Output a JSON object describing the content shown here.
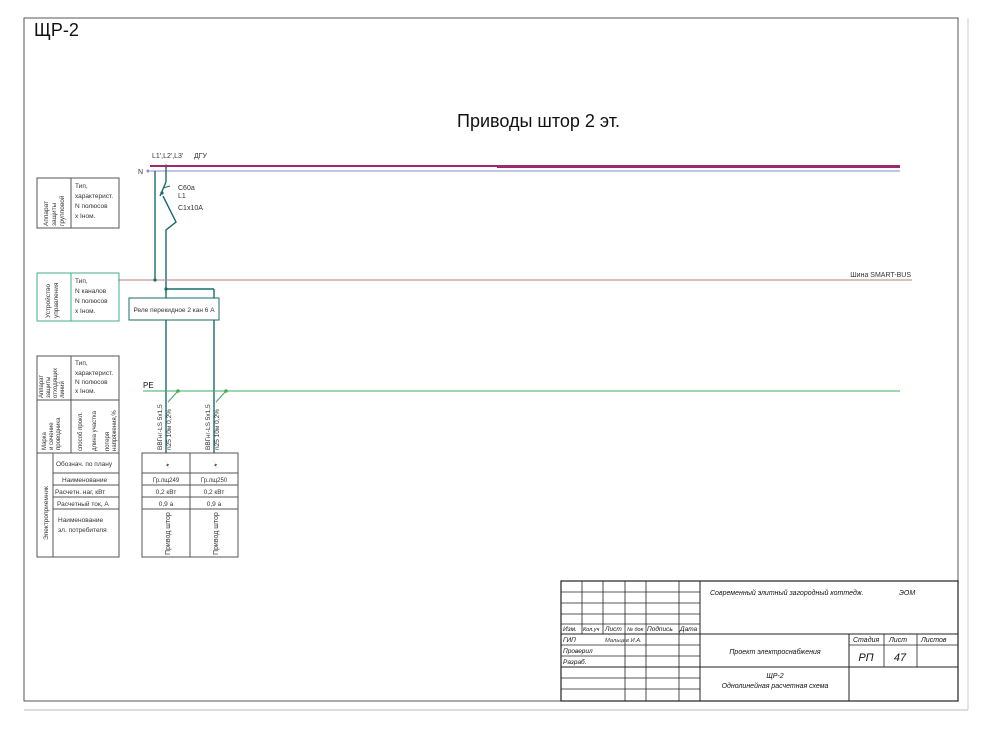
{
  "sheet": {
    "code": "ЩР-2",
    "title": "Приводы штор 2 эт."
  },
  "buses": {
    "phase_label": "L1',L2',L3'",
    "feed_label": "ДГУ",
    "neutral_label": "N",
    "pe_label": "PE",
    "smartbus_label": "Шина SMART-BUS",
    "phase_color": "#9c2b6e",
    "neutral_color": "#8888cc",
    "pe_color": "#3fae5a",
    "smartbus_color": "#b08080",
    "wire_color": "#1a6b6b"
  },
  "breaker": {
    "type": "C60a",
    "line": "L1",
    "rating": "C1x10A"
  },
  "relay": {
    "label": "Реле перекидное 2 кан 6 А"
  },
  "side_table": {
    "group_protection": {
      "title_lines": [
        "Аппарат",
        "защиты",
        "групповой"
      ],
      "rows": [
        "Тип,",
        "характерист.",
        "N полюсов",
        "х Iном."
      ]
    },
    "control_device": {
      "title_lines": [
        "Устройство",
        "управления"
      ],
      "rows": [
        "Тип,",
        "N каналов",
        "N полюсов",
        "х Iном."
      ]
    },
    "line_protection": {
      "title_lines": [
        "Аппарат",
        "защиты",
        "отходящих",
        "линий"
      ],
      "rows": [
        "Тип,",
        "характерист.",
        "N полюсов",
        "х Iном."
      ]
    },
    "cable": {
      "title_lines": [
        "Марка",
        "и сечение",
        "проводника"
      ],
      "cols": [
        [
          "способ прокл."
        ],
        [
          "длина участка"
        ],
        [
          "потеря",
          "напряжения,%"
        ]
      ]
    },
    "consumers": {
      "title": "Электроприемник",
      "rows": [
        "Обознач. по плану",
        "Наименование",
        "Расчетн. наг, кВт",
        "Расчетный ток, А"
      ],
      "name_lines": [
        "Наименование",
        "эл. потребителя"
      ]
    }
  },
  "groups": [
    {
      "cable": "ВВГнг-LS 5х1,5",
      "cable_detail": "n25 10м 0,2%",
      "name": "Гр.лщ249",
      "power": "0,2 кВт",
      "current": "0,9 а",
      "consumer": "Привод штор"
    },
    {
      "cable": "ВВГнг-LS 5х1,5",
      "cable_detail": "n25 10м 0,2%",
      "name": "Гр.лщ250",
      "power": "0,2 кВт",
      "current": "0,9 а",
      "consumer": "Привод штор"
    }
  ],
  "title_block": {
    "headers": [
      "Изм.",
      "Кол.уч",
      "Лист",
      "№ док",
      "Подпись",
      "Дата"
    ],
    "roles": [
      {
        "role": "ГИП",
        "name": "Мальцев И.А."
      },
      {
        "role": "Проверил",
        "name": ""
      },
      {
        "role": "Разраб.",
        "name": ""
      }
    ],
    "project": "Современный элитный загородный коттедж.",
    "section": "ЭОМ",
    "subject": "Проект электроснабжения",
    "stage_label": "Стадия",
    "sheet_label": "Лист",
    "sheets_label": "Листов",
    "stage": "РП",
    "sheet": "47",
    "sheets": "",
    "doc_code": "ЩР-2",
    "doc_title": "Однолинейная расчетная схема"
  }
}
